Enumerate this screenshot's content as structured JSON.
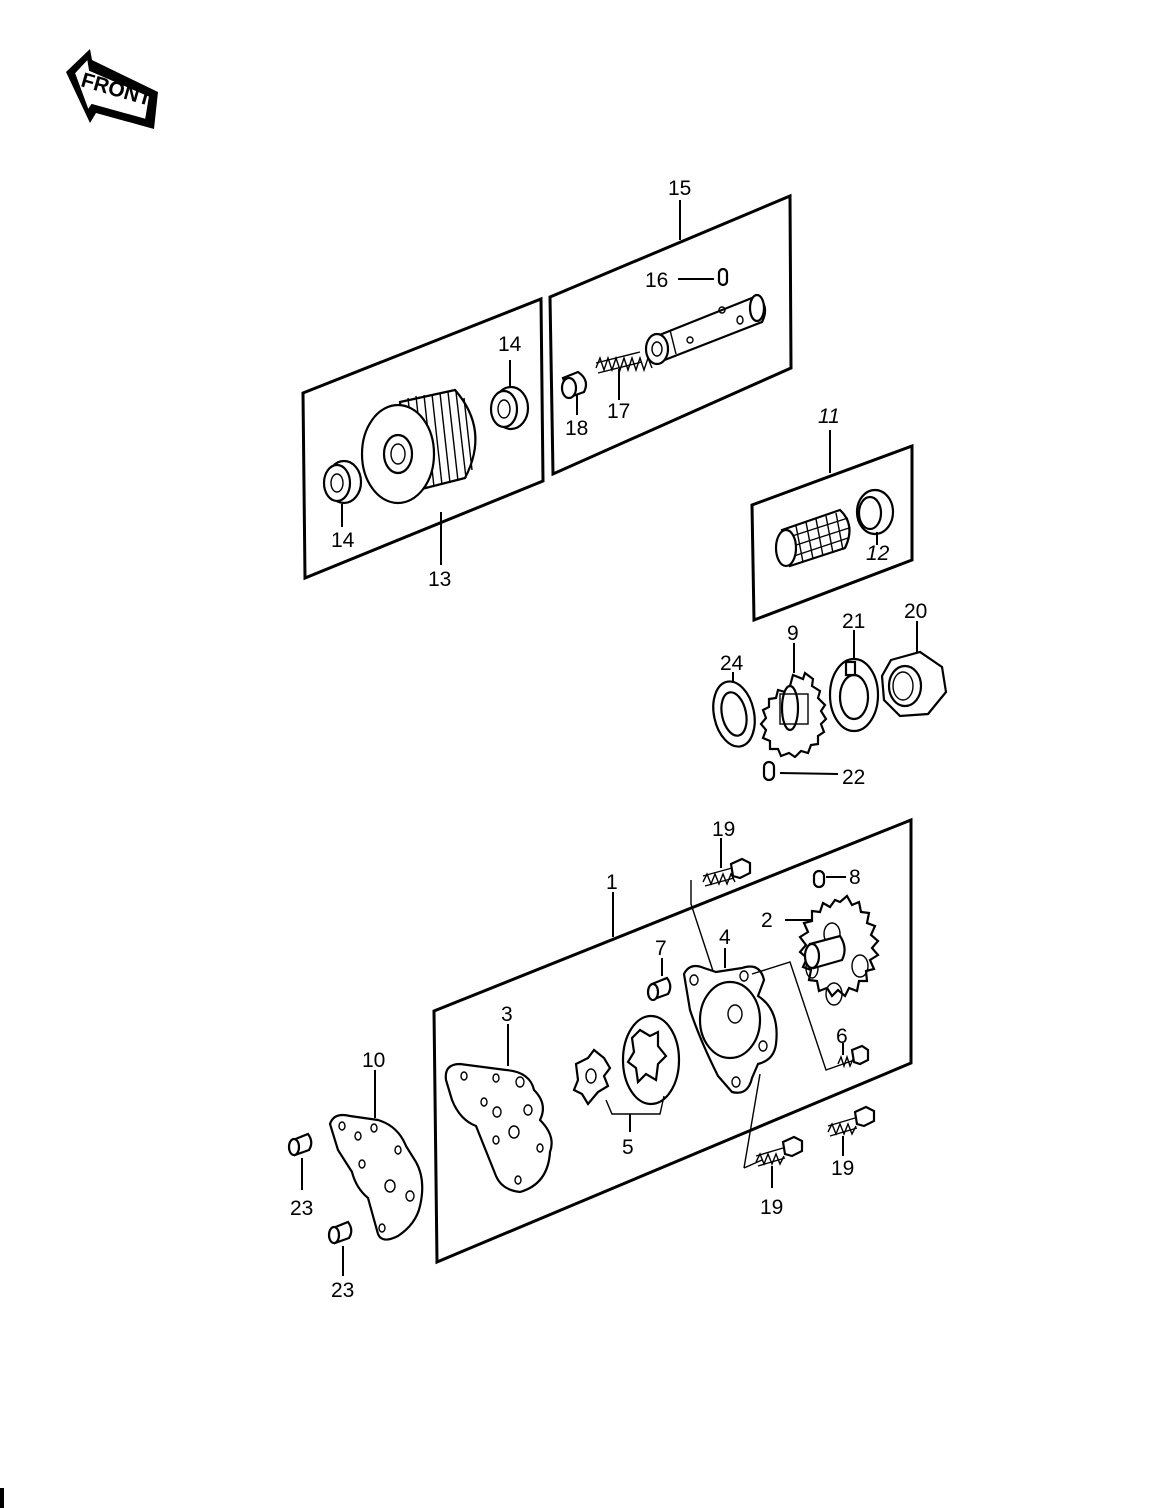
{
  "front_arrow": {
    "text": "FRONT"
  },
  "callouts": {
    "c1": "1",
    "c2": "2",
    "c3": "3",
    "c4": "4",
    "c5": "5",
    "c6": "6",
    "c7": "7",
    "c8": "8",
    "c9": "9",
    "c10": "10",
    "c11": "11",
    "c12": "12",
    "c13": "13",
    "c14a": "14",
    "c14b": "14",
    "c15": "15",
    "c16": "16",
    "c17": "17",
    "c18": "18",
    "c19a": "19",
    "c19b": "19",
    "c19c": "19",
    "c20": "20",
    "c21": "21",
    "c22": "22",
    "c23a": "23",
    "c23b": "23",
    "c24": "24"
  }
}
